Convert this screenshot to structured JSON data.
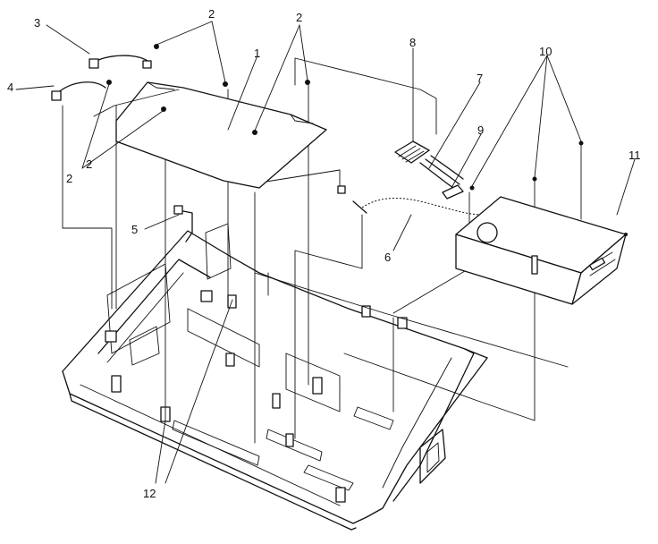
{
  "callouts": {
    "c1": "1",
    "c2a": "2",
    "c2b": "2",
    "c2c": "2",
    "c2d": "2",
    "c3": "3",
    "c4": "4",
    "c5": "5",
    "c6": "6",
    "c7": "7",
    "c8": "8",
    "c9": "9",
    "c10": "10",
    "c11": "11",
    "c12": "12"
  }
}
